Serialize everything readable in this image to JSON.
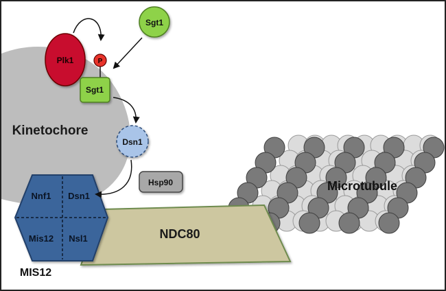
{
  "labels": {
    "kinetochore": "Kinetochore",
    "plk1": "Plk1",
    "phospho": "P",
    "sgt1_free": "Sgt1",
    "sgt1_bound": "Sgt1",
    "dsn1": "Dsn1",
    "hsp90": "Hsp90",
    "mis12_complex": "MIS12",
    "nnf1": "Nnf1",
    "dsn1_subunit": "Dsn1",
    "mis12_subunit": "Mis12",
    "nsl1": "Nsl1",
    "ndc80": "NDC80",
    "microtubule": "Microtubule"
  },
  "colors": {
    "frame": "#222222",
    "kinetochore": "#bdbdbd",
    "plk1": "#c8102e",
    "phospho": "#e8332a",
    "sgt1": "#8ed24a",
    "dsn1_free": "#a9c4e8",
    "hsp90": "#a8a8a8",
    "mis12": "#3a659b",
    "ndc80": "#cdc7a0",
    "tubulin_dark": "#7a7a7a",
    "tubulin_light": "#dcdcdc"
  }
}
